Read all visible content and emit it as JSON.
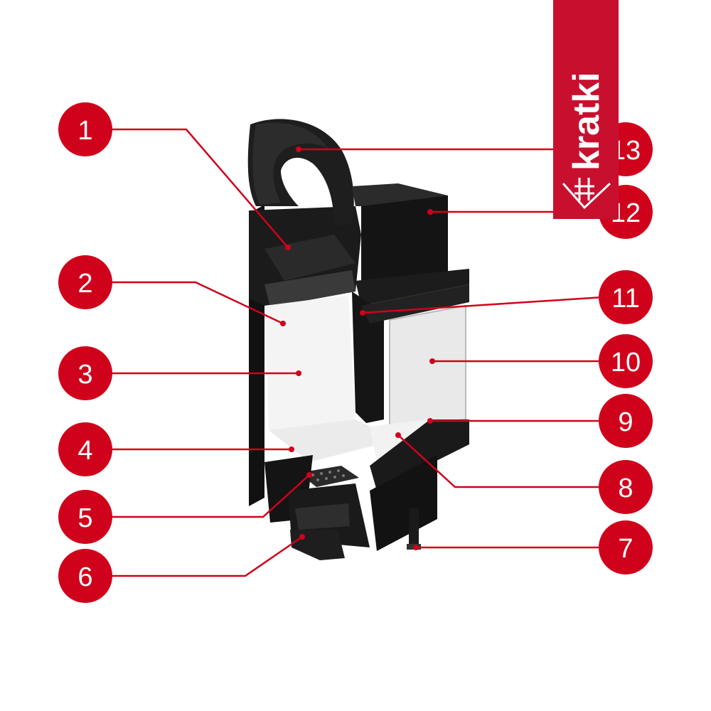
{
  "brand": {
    "name": "kratki",
    "color": "#c8102e"
  },
  "accent_color": "#d0021b",
  "callouts": [
    {
      "number": "1"
    },
    {
      "number": "2"
    },
    {
      "number": "3"
    },
    {
      "number": "4"
    },
    {
      "number": "5"
    },
    {
      "number": "6"
    },
    {
      "number": "7"
    },
    {
      "number": "8"
    },
    {
      "number": "9"
    },
    {
      "number": "10"
    },
    {
      "number": "11"
    },
    {
      "number": "12"
    },
    {
      "number": "13"
    }
  ]
}
